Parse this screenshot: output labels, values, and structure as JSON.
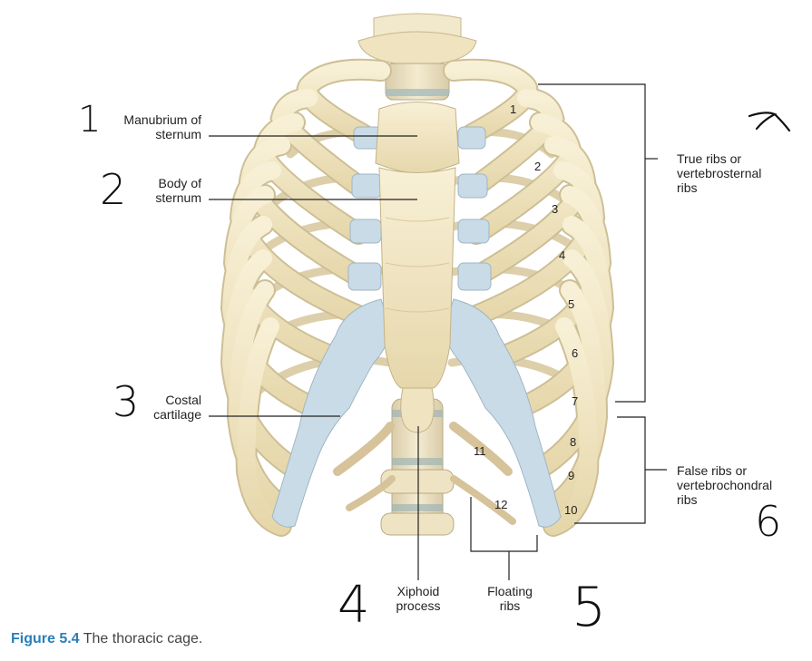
{
  "labels": {
    "manubrium": [
      "Manubrium of",
      "sternum"
    ],
    "body": [
      "Body of",
      "sternum"
    ],
    "costal": [
      "Costal",
      "cartilage"
    ],
    "true_ribs": [
      "True ribs or",
      "vertebrosternal",
      "ribs"
    ],
    "false_ribs": [
      "False ribs or",
      "vertebrochondral",
      "ribs"
    ],
    "xiphoid": [
      "Xiphoid",
      "process"
    ],
    "floating": [
      "Floating",
      "ribs"
    ]
  },
  "rib_numbers": [
    "1",
    "2",
    "3",
    "4",
    "5",
    "6",
    "7",
    "8",
    "9",
    "10",
    "11",
    "12"
  ],
  "handwritten": [
    "1",
    "2",
    "3",
    "4",
    "5",
    "6"
  ],
  "caption": {
    "figure": "Figure 5.4",
    "text": "The thoracic cage."
  },
  "colors": {
    "bone": "#f1e6c4",
    "bone_outline": "#cdbf95",
    "cartilage": "#c9dbe6",
    "caption_blue": "#2a7fb8"
  }
}
